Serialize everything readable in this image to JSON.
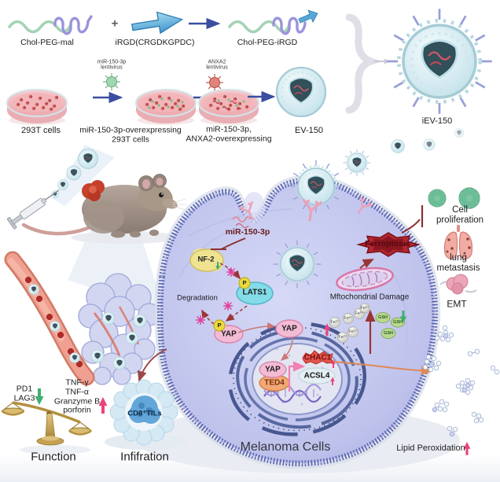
{
  "synthesis": {
    "chol_peg_mal": "Chol-PEG-mal",
    "plus": "+",
    "irgd": "iRGD(CRGDKGPDC)",
    "chol_peg_irgd": "Chol-PEG-iRGD"
  },
  "production": {
    "cells_293t": "293T cells",
    "lentivirus_mir": "miR-150-3p\nlentivirus",
    "dish2_label": "miR-150-3p-overexpressing\n293T cells",
    "lentivirus_anxa2": "ANXA2\nlentivirus",
    "dish3_label": "miR-150-3p,\nANXA2-overexpressing",
    "ev150": "EV-150",
    "iev150": "iEV-150"
  },
  "pathway": {
    "mir": "miR-150-3p",
    "nf2": "NF-2",
    "p": "P",
    "lats1": "LATS1",
    "degradation": "Degradation",
    "yap": "YAP",
    "ted4": "TED4",
    "chac1": "CHAC1",
    "acsl4": "ACSL4",
    "mito_damage": "Mftochondrial Damage",
    "ferroptosis": "Ferroptosis",
    "fe": "Fe²⁺",
    "gsh": "GSH"
  },
  "outcomes": {
    "cell_proliferation": "Cell proliferation",
    "lung_metastasis": "lung metastasis",
    "emt": "EMT",
    "lipid_peroxidation": "Lipid Peroxidation"
  },
  "immune": {
    "pd1_lag3": "PD1\nLAG3",
    "cytokines": "TNF-γ\nTNF-α\nGranzyme B\nporforin",
    "function": "Function",
    "infiltration": "Infifration",
    "cd8_tils": "CD8⁺TILs"
  },
  "cell_label": "Melanoma Cells",
  "colors": {
    "accent_pink": "#e8447e",
    "accent_green": "#3fae6e",
    "dark_red": "#8a1a22",
    "membrane_blue": "#5560ae",
    "vesicle_teal": "#cfe9ef",
    "gold": "#c8a254"
  }
}
